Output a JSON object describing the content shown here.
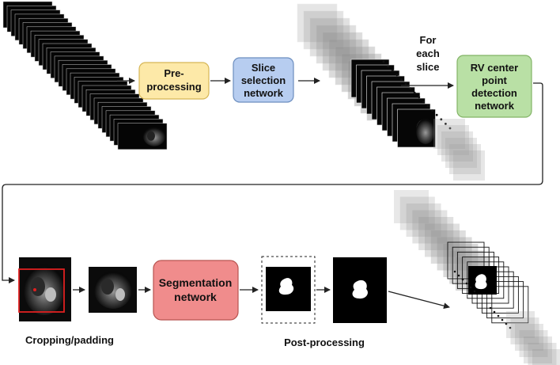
{
  "nodes": {
    "preprocessing": {
      "line1": "Pre-",
      "line2": "processing",
      "fill": "#fde9a8",
      "stroke": "#d6b656"
    },
    "slice_selection": {
      "line1": "Slice",
      "line2": "selection",
      "line3": "network",
      "fill": "#b7cdf0",
      "stroke": "#6c8ebf"
    },
    "rv_center": {
      "line1": "RV center",
      "line2": "point",
      "line3": "detection",
      "line4": "network",
      "fill": "#b9e0a5",
      "stroke": "#82b366"
    },
    "segmentation": {
      "line1": "Segmentation",
      "line2": "network",
      "fill": "#f08c8c",
      "stroke": "#b85450"
    }
  },
  "labels": {
    "for_each": {
      "line1": "For",
      "line2": "each",
      "line3": "slice"
    },
    "cropping": "Cropping/padding",
    "postprocessing": "Post-processing"
  },
  "colors": {
    "highlight_box": "#e02020",
    "arrow": "#222222"
  }
}
